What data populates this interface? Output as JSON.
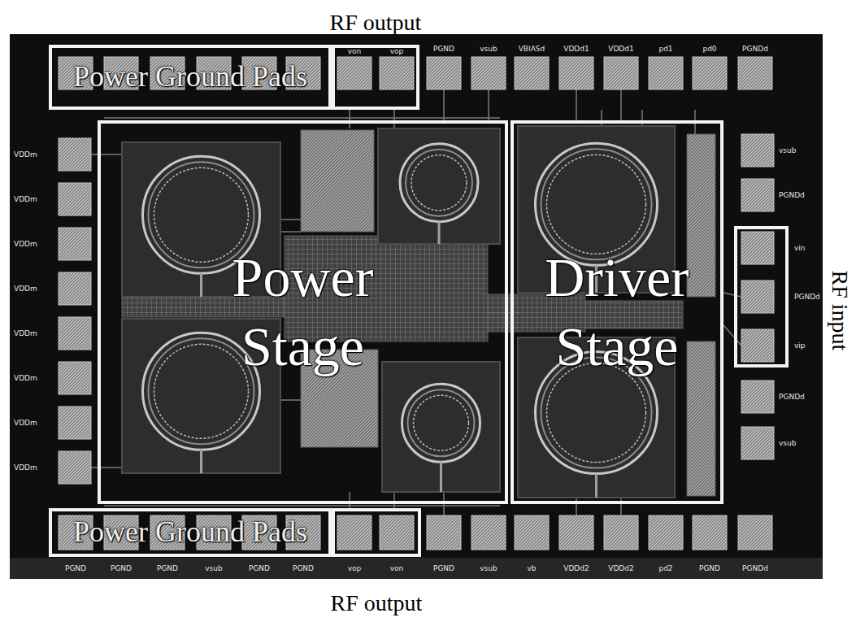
{
  "diagram": {
    "nodes": [
      {
        "text": [
          "Power Ground Pads"
        ]
      },
      {
        "text": [
          "RF output"
        ]
      },
      {
        "text": [
          "Power Stage"
        ]
      },
      {
        "text": [
          "Driver Stage"
        ]
      },
      {
        "text": [
          "RF input"
        ]
      },
      {
        "text": [
          "Power Ground Pads"
        ]
      },
      {
        "text": [
          "RF output"
        ]
      }
    ],
    "labels": [
      "von",
      "vop",
      "PGND",
      "vsub",
      "VBIASd",
      "VDDd1",
      "VDDd1",
      "pd1",
      "pd0",
      "PGNDd",
      "VDDm",
      "VDDm",
      "VDDm",
      "VDDm",
      "VDDm",
      "VDDm",
      "VDDm",
      "VDDm",
      "vsub",
      "PGNDd",
      "vin",
      "PGNDd",
      "vip",
      "PGNDd",
      "vsub",
      "PGND",
      "PGND",
      "PGND",
      "vsub",
      "PGND",
      "PGND",
      "vop",
      "von",
      "PGND",
      "vsub",
      "vb",
      "VDDd2",
      "VDDd2",
      "pd2",
      "PGND",
      "PGNDd"
    ]
  }
}
